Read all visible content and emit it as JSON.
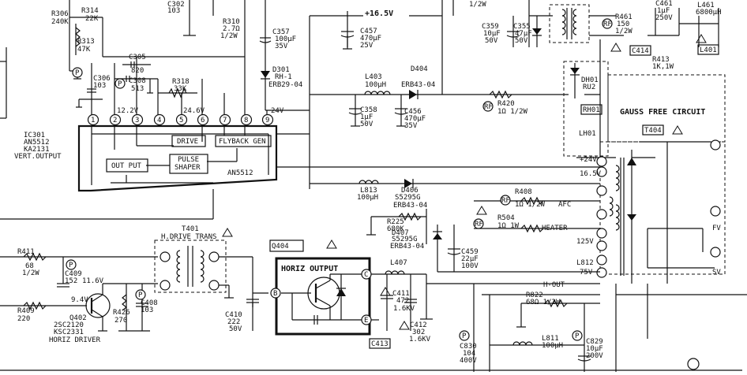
{
  "ic": {
    "part": "IC301",
    "models": [
      "AN5512",
      "KA2131"
    ],
    "function": "VERT.OUTPUT",
    "chip_label": "AN5512",
    "pins": [
      "1",
      "2",
      "3",
      "4",
      "5",
      "6",
      "7",
      "8",
      "9"
    ],
    "blocks": [
      "DRIVE",
      "FLYBACK GEN",
      "OUT PUT",
      "PULSE",
      "SHAPER"
    ],
    "voltages": [
      "12.2V",
      "24.6V"
    ]
  },
  "supply": {
    "rail": "+16.5V",
    "rail_24": "24V"
  },
  "components": {
    "r306": [
      "R306",
      "240K"
    ],
    "r314": [
      "R314",
      "22K"
    ],
    "r313": [
      "R313",
      "47K"
    ],
    "c306": [
      "C306",
      "103"
    ],
    "c305": [
      "C305",
      "820"
    ],
    "c308": [
      "C308",
      "513"
    ],
    "r318": [
      "R318",
      "33K"
    ],
    "c302": [
      "C302",
      "103"
    ],
    "r310": [
      "R310",
      "2.7Ω",
      "1/2W"
    ],
    "c357": [
      "C357",
      "100μF",
      "35V"
    ],
    "d301": [
      "D301",
      "RH-1",
      "ERB29-04"
    ],
    "c457": [
      "C457",
      "470μF",
      "25V"
    ],
    "l403": [
      "L403",
      "100μH"
    ],
    "d404": [
      "D404",
      "ERB43-04"
    ],
    "c456": [
      "C456",
      "470μF",
      "35V"
    ],
    "c358": [
      "C358",
      "1μF",
      "50V"
    ],
    "r420": [
      "R420",
      "1Ω 1/2W"
    ],
    "c359": [
      "C359",
      "10μF",
      "50V"
    ],
    "c355": [
      "C355",
      "47μF",
      "50V"
    ],
    "r461": [
      "R461",
      "150",
      "1/2W"
    ],
    "c461": [
      "C461",
      "1μF",
      "250V"
    ],
    "l461": [
      "L461",
      "6800μH"
    ],
    "r413": [
      "R413",
      "1K,1W"
    ],
    "c414": "C414",
    "l401": "L401",
    "dh01": [
      "DH01",
      "RU2"
    ],
    "rh01": "RH01",
    "l813": [
      "L813",
      "100μH"
    ],
    "d406": [
      "D406",
      "S5295G",
      "ERB43-04"
    ],
    "r408": [
      "R408",
      "1Ω 1/2W"
    ],
    "r504": [
      "R504",
      "1Ω 1W"
    ],
    "r225": [
      "R225",
      "680K"
    ],
    "d407": [
      "D407",
      "S5295G",
      "ERB43-04"
    ],
    "c459": [
      "C459",
      "22μF",
      "100V"
    ],
    "t401": [
      "T401",
      "H.DRIVE TRANS"
    ],
    "r411": [
      "R411",
      "68",
      "1/2W"
    ],
    "c409": [
      "C409",
      "152"
    ],
    "r409": [
      "R409",
      "220"
    ],
    "q402": [
      "Q402",
      "2SC2120",
      "KSC2331",
      "HORIZ DRIVER"
    ],
    "r426": [
      "R426",
      "270"
    ],
    "c408": [
      "C408",
      "103"
    ],
    "c410": [
      "C410",
      "222",
      "50V"
    ],
    "q404": [
      "Q404",
      "HORIZ OUTPUT"
    ],
    "l407": "L407",
    "c411": [
      "C411",
      "472",
      "1.6KV"
    ],
    "c412": [
      "C412",
      "302",
      "1.6KV"
    ],
    "c413": "C413",
    "r822": [
      "R822",
      "68Ω 1/2W"
    ],
    "l811": [
      "L811",
      "100μH"
    ],
    "c830": [
      "C830",
      "104",
      "400V"
    ],
    "c829": [
      "C829",
      "10μF",
      "200V"
    ],
    "lh01": "LH01",
    "t404": "T404",
    "l812": "L812"
  },
  "nets": {
    "v11_6": "11.6V",
    "v9_4": "9.4V",
    "afc": "AFC",
    "heater": "HEATER",
    "hout": "H-OUT",
    "v125": "125V",
    "v75": "75V",
    "v24": "+24V",
    "v16_5": "16.5V",
    "fv": "FV",
    "sv": "SV",
    "pins": {
      "b": "B",
      "c": "C",
      "e": "E"
    }
  },
  "section_title": "GAUSS FREE CIRCUIT",
  "markers": {
    "p": "P",
    "rf": "RF"
  }
}
